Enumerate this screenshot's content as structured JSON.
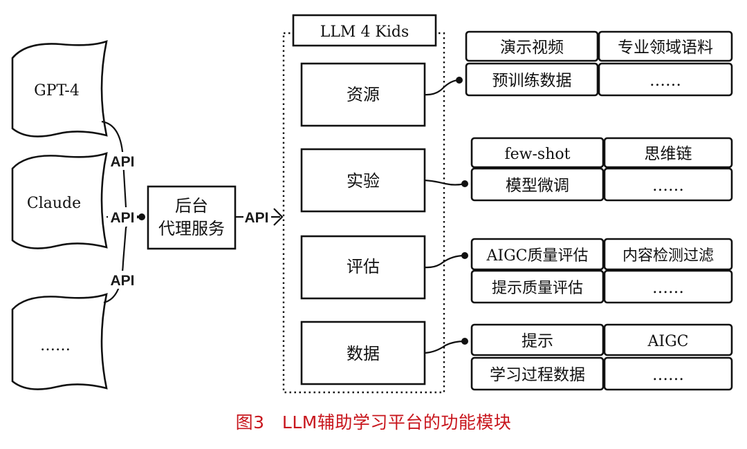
{
  "models": [
    "GPT-4",
    "Claude",
    "……"
  ],
  "api_label": "API",
  "proxy": {
    "line1": "后台",
    "line2": "代理服务"
  },
  "platform_title": "LLM 4 Kids",
  "modules": [
    {
      "label": "资源",
      "cells": [
        "演示视频",
        "专业领域语料",
        "预训练数据",
        "……"
      ]
    },
    {
      "label": "实验",
      "cells": [
        "few-shot",
        "思维链",
        "模型微调",
        "……"
      ]
    },
    {
      "label": "评估",
      "cells": [
        "AIGC质量评估",
        "内容检测过滤",
        "提示质量评估",
        "……"
      ]
    },
    {
      "label": "数据",
      "cells": [
        "提示",
        "AIGC",
        "学习过程数据",
        "……"
      ]
    }
  ],
  "caption": {
    "fig": "图3",
    "title": "LLM辅助学习平台的功能模块"
  },
  "colors": {
    "caption": "#c8161d",
    "ink": "#111111"
  }
}
